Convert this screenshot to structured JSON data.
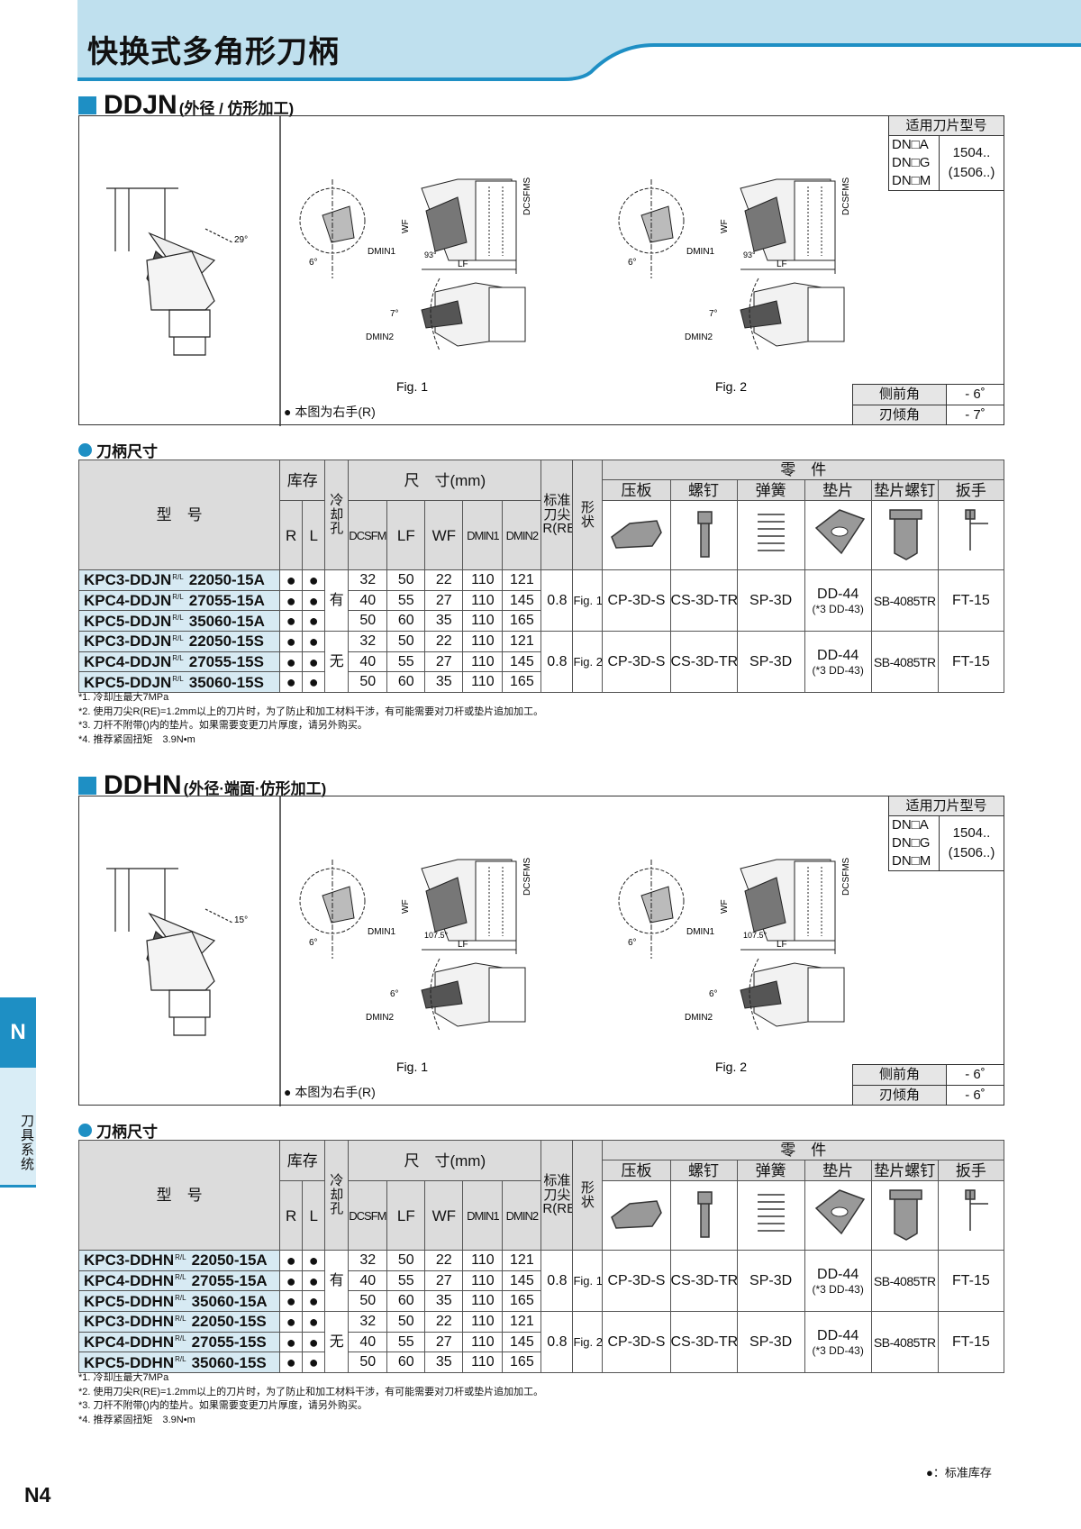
{
  "page": {
    "title": "快换式多角形刀柄",
    "page_number": "N4",
    "side_tab": "N",
    "side_label": "刀具系统",
    "legend": "●：标准库存",
    "accent": "#1e8fc4",
    "header_band": "#bfe0ee",
    "model_bg": "#d7eaf3"
  },
  "sections": [
    {
      "code": "DDJN",
      "subtitle": "(外径 / 仿形加工)",
      "figure": {
        "side_angle_label": "29°",
        "fig1": "Fig. 1",
        "fig2": "Fig. 2",
        "note": "● 本图为右手(R)",
        "labels": {
          "dmin1": "DMIN1",
          "dmin2": "DMIN2",
          "wf": "WF",
          "lf": "LF",
          "dcsfms": "DCSFMS",
          "a1": "6°",
          "a2": "7°",
          "a3": "93°"
        }
      },
      "insert": {
        "header": "适用刀片型号",
        "types": [
          "DN□A",
          "DN□G",
          "DN□M"
        ],
        "values": [
          "1504..",
          "(1506..)"
        ]
      },
      "angles": [
        {
          "k": "侧前角",
          "v": "- 6˚"
        },
        {
          "k": "刃倾角",
          "v": "- 7˚"
        }
      ],
      "table_title": "刀柄尺寸",
      "headers": {
        "model": "型　号",
        "stock": "库存",
        "r": "R",
        "l": "L",
        "coolant": "冷却孔",
        "dims": "尺　寸(mm)",
        "dcsfms": "DCSFMS",
        "lf": "LF",
        "wf": "WF",
        "dmin1": "DMIN1",
        "dmin2": "DMIN2",
        "re": "标准刀尖R(RE)",
        "shape": "形状",
        "parts": "零　件",
        "clamp": "压板",
        "screw": "螺钉",
        "spring": "弹簧",
        "shim": "垫片",
        "shim_screw": "垫片螺钉",
        "wrench": "扳手"
      },
      "groups": [
        {
          "coolant": "有",
          "re": "0.8",
          "shape": "Fig. 1",
          "clamp": "CP-3D-S",
          "screw": "CS-3D-TR",
          "spring": "SP-3D",
          "shim": "DD-44",
          "shim_alt": "(*3 DD-43)",
          "shim_screw": "SB-4085TR",
          "wrench": "FT-15",
          "rows": [
            {
              "prefix": "KPC3-DDJN",
              "hand": "R/L",
              "suffix": "22050-15A",
              "r": "●",
              "l": "●",
              "dcsfms": "32",
              "lf": "50",
              "wf": "22",
              "dmin1": "110",
              "dmin2": "121"
            },
            {
              "prefix": "KPC4-DDJN",
              "hand": "R/L",
              "suffix": "27055-15A",
              "r": "●",
              "l": "●",
              "dcsfms": "40",
              "lf": "55",
              "wf": "27",
              "dmin1": "110",
              "dmin2": "145"
            },
            {
              "prefix": "KPC5-DDJN",
              "hand": "R/L",
              "suffix": "35060-15A",
              "r": "●",
              "l": "●",
              "dcsfms": "50",
              "lf": "60",
              "wf": "35",
              "dmin1": "110",
              "dmin2": "165"
            }
          ]
        },
        {
          "coolant": "无",
          "re": "0.8",
          "shape": "Fig. 2",
          "clamp": "CP-3D-S",
          "screw": "CS-3D-TR",
          "spring": "SP-3D",
          "shim": "DD-44",
          "shim_alt": "(*3 DD-43)",
          "shim_screw": "SB-4085TR",
          "wrench": "FT-15",
          "rows": [
            {
              "prefix": "KPC3-DDJN",
              "hand": "R/L",
              "suffix": "22050-15S",
              "r": "●",
              "l": "●",
              "dcsfms": "32",
              "lf": "50",
              "wf": "22",
              "dmin1": "110",
              "dmin2": "121"
            },
            {
              "prefix": "KPC4-DDJN",
              "hand": "R/L",
              "suffix": "27055-15S",
              "r": "●",
              "l": "●",
              "dcsfms": "40",
              "lf": "55",
              "wf": "27",
              "dmin1": "110",
              "dmin2": "145"
            },
            {
              "prefix": "KPC5-DDJN",
              "hand": "R/L",
              "suffix": "35060-15S",
              "r": "●",
              "l": "●",
              "dcsfms": "50",
              "lf": "60",
              "wf": "35",
              "dmin1": "110",
              "dmin2": "165"
            }
          ]
        }
      ],
      "footnotes": [
        "*1. 冷却压最大7MPa",
        "*2. 使用刀尖R(RE)=1.2mm以上的刀片时，为了防止和加工材料干涉，有可能需要对刀杆或垫片追加加工。",
        "*3. 刀杆不附带()内的垫片。如果需要变更刀片厚度，请另外购买。",
        "*4. 推荐紧固扭矩　3.9N•m"
      ]
    },
    {
      "code": "DDHN",
      "subtitle": "(外径·端面·仿形加工)",
      "figure": {
        "side_angle_label": "15°",
        "fig1": "Fig. 1",
        "fig2": "Fig. 2",
        "note": "● 本图为右手(R)",
        "labels": {
          "dmin1": "DMIN1",
          "dmin2": "DMIN2",
          "wf": "WF",
          "lf": "LF",
          "dcsfms": "DCSFMS",
          "a1": "6°",
          "a2": "6°",
          "a3": "107.5°"
        }
      },
      "insert": {
        "header": "适用刀片型号",
        "types": [
          "DN□A",
          "DN□G",
          "DN□M"
        ],
        "values": [
          "1504..",
          "(1506..)"
        ]
      },
      "angles": [
        {
          "k": "侧前角",
          "v": "- 6˚"
        },
        {
          "k": "刃倾角",
          "v": "- 6˚"
        }
      ],
      "table_title": "刀柄尺寸",
      "headers": {
        "model": "型　号",
        "stock": "库存",
        "r": "R",
        "l": "L",
        "coolant": "冷却孔",
        "dims": "尺　寸(mm)",
        "dcsfms": "DCSFMS",
        "lf": "LF",
        "wf": "WF",
        "dmin1": "DMIN1",
        "dmin2": "DMIN2",
        "re": "标准刀尖R(RE)",
        "shape": "形状",
        "parts": "零　件",
        "clamp": "压板",
        "screw": "螺钉",
        "spring": "弹簧",
        "shim": "垫片",
        "shim_screw": "垫片螺钉",
        "wrench": "扳手"
      },
      "groups": [
        {
          "coolant": "有",
          "re": "0.8",
          "shape": "Fig. 1",
          "clamp": "CP-3D-S",
          "screw": "CS-3D-TR",
          "spring": "SP-3D",
          "shim": "DD-44",
          "shim_alt": "(*3 DD-43)",
          "shim_screw": "SB-4085TR",
          "wrench": "FT-15",
          "rows": [
            {
              "prefix": "KPC3-DDHN",
              "hand": "R/L",
              "suffix": "22050-15A",
              "r": "●",
              "l": "●",
              "dcsfms": "32",
              "lf": "50",
              "wf": "22",
              "dmin1": "110",
              "dmin2": "121"
            },
            {
              "prefix": "KPC4-DDHN",
              "hand": "R/L",
              "suffix": "27055-15A",
              "r": "●",
              "l": "●",
              "dcsfms": "40",
              "lf": "55",
              "wf": "27",
              "dmin1": "110",
              "dmin2": "145"
            },
            {
              "prefix": "KPC5-DDHN",
              "hand": "R/L",
              "suffix": "35060-15A",
              "r": "●",
              "l": "●",
              "dcsfms": "50",
              "lf": "60",
              "wf": "35",
              "dmin1": "110",
              "dmin2": "165"
            }
          ]
        },
        {
          "coolant": "无",
          "re": "0.8",
          "shape": "Fig. 2",
          "clamp": "CP-3D-S",
          "screw": "CS-3D-TR",
          "spring": "SP-3D",
          "shim": "DD-44",
          "shim_alt": "(*3 DD-43)",
          "shim_screw": "SB-4085TR",
          "wrench": "FT-15",
          "rows": [
            {
              "prefix": "KPC3-DDHN",
              "hand": "R/L",
              "suffix": "22050-15S",
              "r": "●",
              "l": "●",
              "dcsfms": "32",
              "lf": "50",
              "wf": "22",
              "dmin1": "110",
              "dmin2": "121"
            },
            {
              "prefix": "KPC4-DDHN",
              "hand": "R/L",
              "suffix": "27055-15S",
              "r": "●",
              "l": "●",
              "dcsfms": "40",
              "lf": "55",
              "wf": "27",
              "dmin1": "110",
              "dmin2": "145"
            },
            {
              "prefix": "KPC5-DDHN",
              "hand": "R/L",
              "suffix": "35060-15S",
              "r": "●",
              "l": "●",
              "dcsfms": "50",
              "lf": "60",
              "wf": "35",
              "dmin1": "110",
              "dmin2": "165"
            }
          ]
        }
      ],
      "footnotes": [
        "*1. 冷却压最大7MPa",
        "*2. 使用刀尖R(RE)=1.2mm以上的刀片时，为了防止和加工材料干涉，有可能需要对刀杆或垫片追加加工。",
        "*3. 刀杆不附带()内的垫片。如果需要变更刀片厚度，请另外购买。",
        "*4. 推荐紧固扭矩　3.9N•m"
      ]
    }
  ]
}
